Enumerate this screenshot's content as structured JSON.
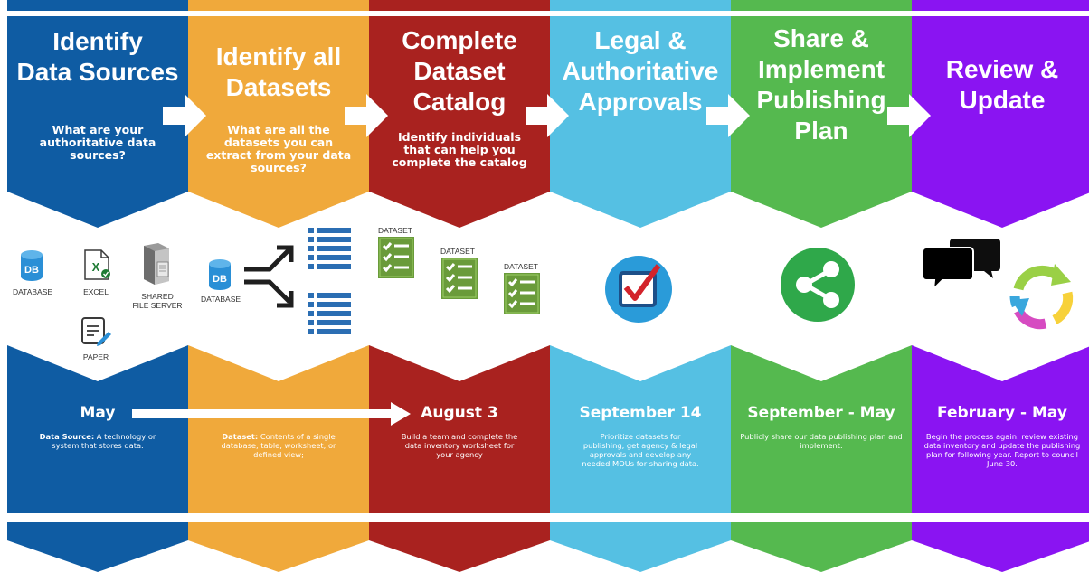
{
  "colors": {
    "col1": "#0f5ca3",
    "col2": "#f0a93b",
    "col3": "#a9221f",
    "col4": "#55c0e3",
    "col5": "#55b94f",
    "col6": "#8a14f2",
    "icon_blue": "#2a8fd6",
    "icon_green": "#6a9b3a"
  },
  "steps": [
    {
      "title": "Identify Data Sources",
      "title_lines": [
        "Identify",
        "Data Sources"
      ],
      "question_lines": [
        "What are your",
        "authoritative data",
        "sources?"
      ],
      "date": "May",
      "desc_term": "Data Source:",
      "desc_lines": [
        "A technology or",
        "system that stores data."
      ],
      "icons": [
        {
          "name": "database-icon",
          "label": "DATABASE"
        },
        {
          "name": "excel-icon",
          "label": "EXCEL"
        },
        {
          "name": "file-server-icon",
          "label_lines": [
            "SHARED",
            "FILE SERVER"
          ]
        },
        {
          "name": "paper-icon",
          "label": "PAPER"
        }
      ]
    },
    {
      "title": "Identify all Datasets",
      "title_lines": [
        "Identify all",
        "Datasets"
      ],
      "question_lines": [
        "What are all the",
        "datasets you can",
        "extract from your data",
        "sources?"
      ],
      "date": "",
      "desc_term": "Dataset:",
      "desc_lines": [
        "Contents of a single",
        "database, table, worksheet, or",
        "defined view;"
      ],
      "icons": [
        {
          "name": "database-icon",
          "label": "DATABASE"
        },
        {
          "name": "split-arrow-icon"
        },
        {
          "name": "list-icon"
        },
        {
          "name": "list-icon"
        }
      ]
    },
    {
      "title": "Complete Dataset Catalog",
      "title_lines": [
        "Complete",
        "Dataset",
        "Catalog"
      ],
      "question_lines": [
        "Identify individuals",
        "that can help you",
        "complete the catalog"
      ],
      "date": "August 3",
      "desc_lines": [
        "Build a team and complete the",
        "data inventory worksheet for",
        "your agency"
      ],
      "icons": [
        {
          "name": "checklist-icon",
          "label": "DATASET"
        },
        {
          "name": "checklist-icon",
          "label": "DATASET"
        },
        {
          "name": "checklist-icon",
          "label": "DATASET"
        }
      ]
    },
    {
      "title": "Legal & Authoritative Approvals",
      "title_lines": [
        "Legal &",
        "Authoritative",
        "Approvals"
      ],
      "date": "September 14",
      "desc_lines": [
        "Prioritize datasets for",
        "publishing, get agency & legal",
        "approvals and develop any",
        "needed MOUs for sharing data."
      ],
      "icons": [
        {
          "name": "checkbox-approval-icon"
        }
      ]
    },
    {
      "title": "Share & Implement Publishing Plan",
      "title_lines": [
        "Share &",
        "Implement",
        "Publishing",
        "Plan"
      ],
      "date": "September - May",
      "desc_lines": [
        "Publicly share our data publishing plan and",
        "implement."
      ],
      "icons": [
        {
          "name": "share-icon"
        }
      ]
    },
    {
      "title": "Review & Update",
      "title_lines": [
        "Review &",
        "Update"
      ],
      "date": "February - May",
      "desc_lines": [
        "Begin the process again: review existing",
        "data inventory and update the publishing",
        "plan for following year.  Report to council",
        "June 30."
      ],
      "icons": [
        {
          "name": "chat-bubbles-icon"
        },
        {
          "name": "refresh-cycle-icon"
        }
      ]
    }
  ]
}
